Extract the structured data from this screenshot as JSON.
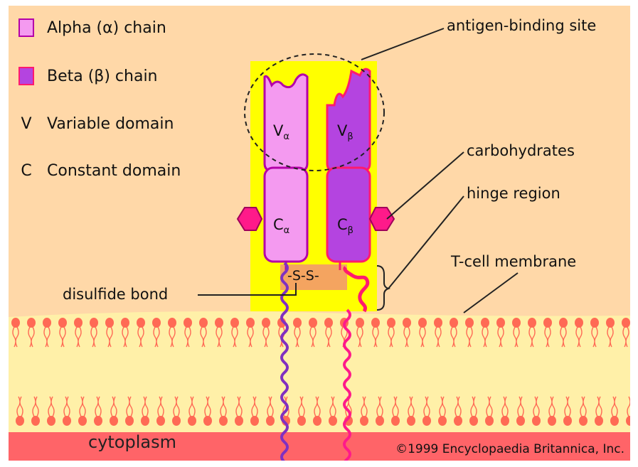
{
  "legend": {
    "alpha_label": "Alpha (α) chain",
    "beta_label": "Beta (β) chain",
    "v_letter": "V",
    "v_label": "Variable domain",
    "c_letter": "C",
    "c_label": "Constant domain"
  },
  "labels": {
    "antigen_binding_site": "antigen-binding site",
    "carbohydrates": "carbohydrates",
    "hinge_region": "hinge region",
    "t_cell_membrane": "T-cell membrane",
    "disulfide_bond": "disulfide bond",
    "cytoplasm": "cytoplasm",
    "copyright": "©1999 Encyclopaedia Britannica, Inc."
  },
  "domains": {
    "v_alpha": "V",
    "v_alpha_sub": "α",
    "v_beta": "V",
    "v_beta_sub": "β",
    "c_alpha": "C",
    "c_alpha_sub": "α",
    "c_beta": "C",
    "c_beta_sub": "β",
    "bond": "-S-S-"
  },
  "colors": {
    "background": "#ffd8a8",
    "alpha_chain": "#f49af0",
    "alpha_outline": "#b400a8",
    "beta_chain": "#b444e0",
    "beta_outline": "#ff1a6e",
    "receptor_highlight": "#ffff00",
    "membrane": "#fff0a8",
    "lipid_head": "#ff6a55",
    "cytoplasm": "#ff6468"
  }
}
